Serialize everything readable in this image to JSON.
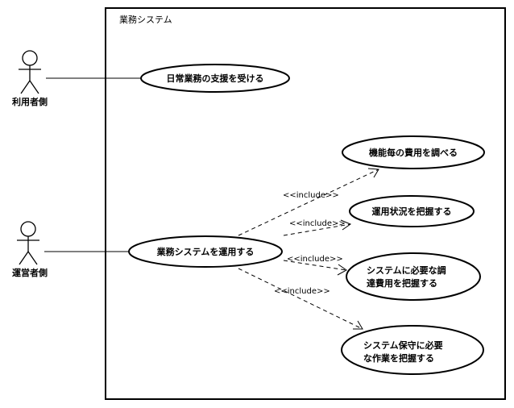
{
  "system": {
    "title": "業務システム"
  },
  "actors": [
    {
      "label": "利用者側"
    },
    {
      "label": "運営者側"
    }
  ],
  "use_cases": [
    {
      "lines": [
        "日常業務の支援を受ける"
      ]
    },
    {
      "lines": [
        "業務システムを運用する"
      ]
    },
    {
      "lines": [
        "機能毎の費用を調べる"
      ]
    },
    {
      "lines": [
        "運用状況を把握する"
      ]
    },
    {
      "lines": [
        "システムに必要な調",
        "達費用を把握する"
      ]
    },
    {
      "lines": [
        "システム保守に必要",
        "な作業を把握する"
      ]
    }
  ],
  "relations": [
    {
      "label": "<<include>>"
    },
    {
      "label": "<<include>>"
    },
    {
      "label": "<<include>>"
    },
    {
      "label": "<<include>>"
    }
  ]
}
